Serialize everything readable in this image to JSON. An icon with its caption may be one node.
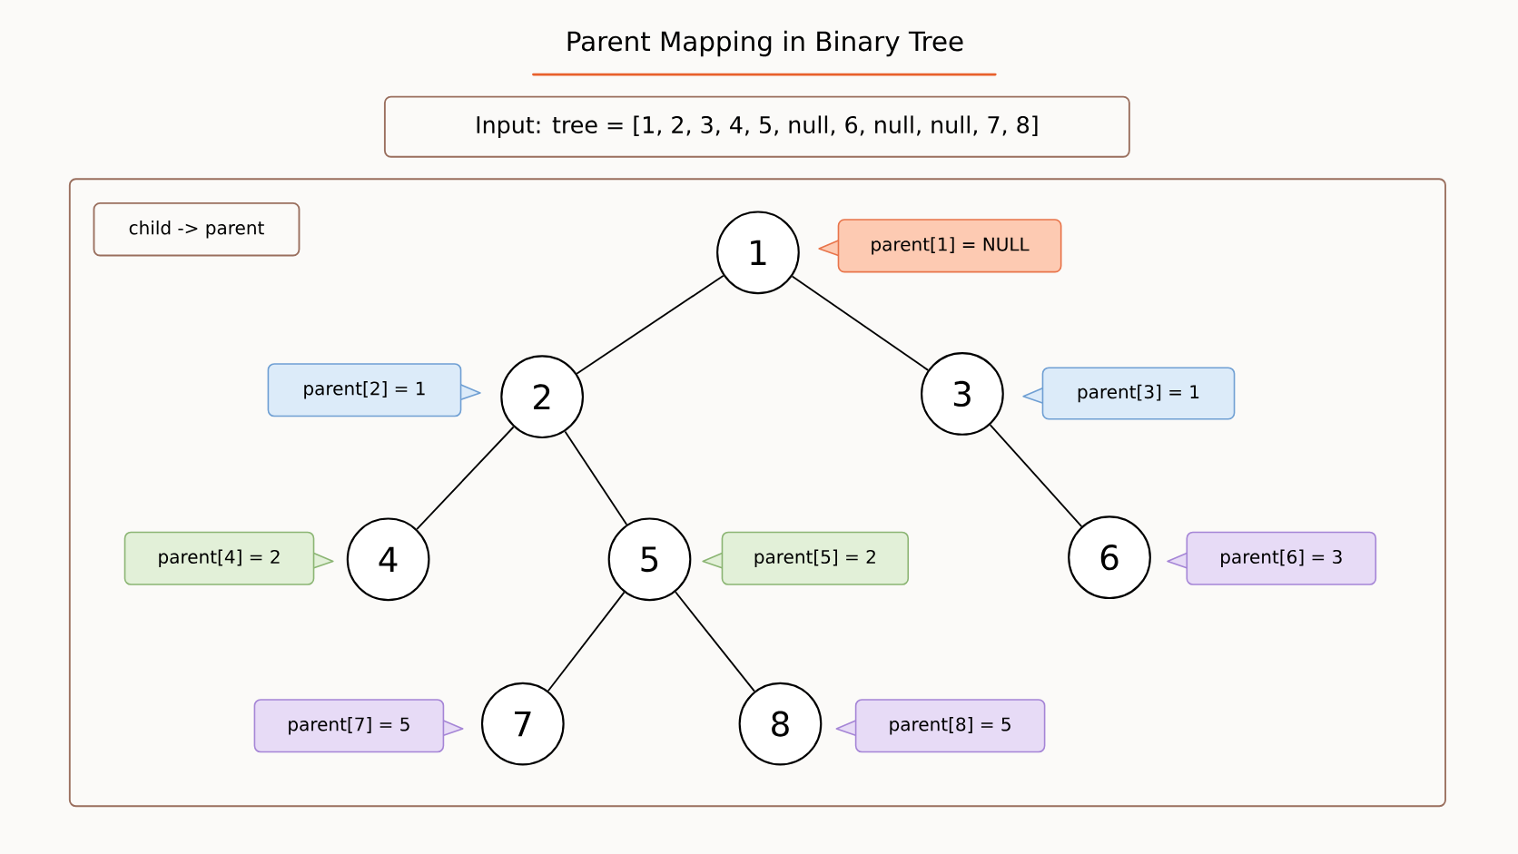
{
  "diagram": {
    "title": "Parent Mapping in Binary Tree",
    "nodes": [
      {
        "text": [
          "Input: tree = [1, 2, 3, 4, 5, null, 6, null, null, 7, 8]"
        ]
      },
      {
        "text": [],
        "shape": "box"
      },
      {
        "text": [
          "child -> parent"
        ],
        "in": 1
      },
      {
        "text": [
          "1"
        ],
        "in": 1
      },
      {
        "text": [
          "2"
        ],
        "in": 1
      },
      {
        "text": [
          "3"
        ],
        "in": 1
      },
      {
        "text": [
          "4"
        ],
        "in": 1
      },
      {
        "text": [
          "5"
        ],
        "in": 1
      },
      {
        "text": [
          "6"
        ],
        "in": 1
      },
      {
        "text": [
          "7"
        ],
        "in": 1
      },
      {
        "text": [
          "8"
        ],
        "in": 1
      },
      {
        "text": [
          "parent[1] = NULL"
        ],
        "in": 1
      },
      {
        "text": [
          "parent[2] = 1"
        ],
        "in": 1
      },
      {
        "text": [
          "parent[3] = 1"
        ],
        "in": 1
      },
      {
        "text": [
          "parent[4] = 2"
        ],
        "in": 1
      },
      {
        "text": [
          "parent[5] = 2"
        ],
        "in": 1
      },
      {
        "text": [
          "parent[6] = 3"
        ],
        "in": 1
      },
      {
        "text": [
          "parent[7] = 5"
        ],
        "in": 1
      },
      {
        "text": [
          "parent[8] = 5"
        ],
        "in": 1
      }
    ],
    "edges": [
      {
        "from": 3,
        "to": 4,
        "arrow": "none"
      },
      {
        "from": 3,
        "to": 5,
        "arrow": "none"
      },
      {
        "from": 4,
        "to": 6,
        "arrow": "none"
      },
      {
        "from": 4,
        "to": 7,
        "arrow": "none"
      },
      {
        "from": 5,
        "to": 8,
        "arrow": "none"
      },
      {
        "from": 7,
        "to": 9,
        "arrow": "none"
      },
      {
        "from": 7,
        "to": 10,
        "arrow": "none"
      }
    ]
  }
}
